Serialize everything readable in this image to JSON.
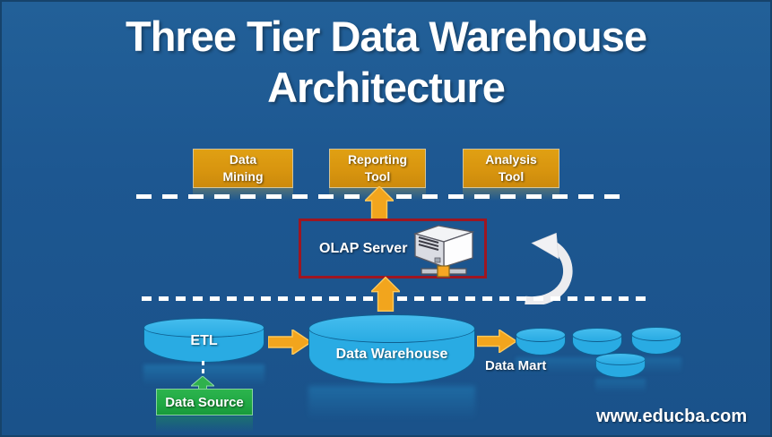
{
  "title": {
    "line1": "Three Tier Data Warehouse",
    "line2": "Architecture"
  },
  "tier1": {
    "boxes": [
      {
        "line1": "Data",
        "line2": "Mining"
      },
      {
        "line1": "Reporting",
        "line2": "Tool"
      },
      {
        "line1": "Analysis",
        "line2": "Tool"
      }
    ]
  },
  "tier2": {
    "olap_label": "OLAP Server"
  },
  "tier3": {
    "etl_label": "ETL",
    "warehouse_label": "Data Warehouse",
    "datamart_label": "Data Mart",
    "datasource_label": "Data Source"
  },
  "watermark": {
    "text": "www.educba.com"
  },
  "icons": {
    "olap_server": "server-icon",
    "tier_flow": "up-arrow-icon",
    "storage_flow": "right-arrow-icon",
    "feedback_loop": "curved-arrow-icon",
    "source_flow": "green-up-arrow-icon"
  },
  "colors": {
    "background": "#1d5791",
    "tool_box_orange": "#d8950f",
    "arrow_gold": "#f2a51d",
    "cylinder_blue": "#29abe3",
    "datasource_green": "#1fa843",
    "olap_border_red": "#9e1621",
    "separator_white": "#ffffff",
    "text_white": "#ffffff"
  }
}
